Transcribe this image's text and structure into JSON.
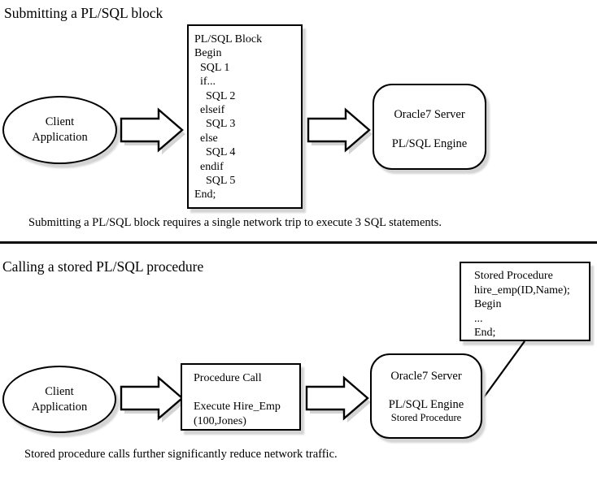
{
  "colors": {
    "stroke": "#000000",
    "shadow": "#d4d4d4",
    "background": "#ffffff"
  },
  "section1": {
    "title": "Submitting a PL/SQL block",
    "client_app": {
      "line1": "Client",
      "line2": "Application"
    },
    "plsql_block": {
      "lines": [
        "PL/SQL Block",
        "Begin",
        "  SQL 1",
        "  if...",
        "    SQL 2",
        "  elseif",
        "    SQL 3",
        "  else",
        "    SQL 4",
        "  endif",
        "    SQL 5",
        "End;"
      ]
    },
    "server": {
      "name": "Oracle7 Server",
      "engine": "PL/SQL Engine"
    },
    "caption": "Submitting a PL/SQL block requires a single network trip to execute 3 SQL statements."
  },
  "section2": {
    "title": "Calling a stored PL/SQL procedure",
    "stored_procedure_box": {
      "lines": [
        "Stored Procedure",
        "hire_emp(ID,Name);",
        "Begin",
        "...",
        "End;"
      ]
    },
    "client_app": {
      "line1": "Client",
      "line2": "Application"
    },
    "procedure_call": {
      "title": "Procedure Call",
      "body1": "Execute Hire_Emp",
      "body2": "(100,Jones)"
    },
    "server": {
      "name": "Oracle7 Server",
      "engine": "PL/SQL Engine",
      "sub": "Stored Procedure"
    },
    "caption": "Stored procedure calls further significantly reduce network traffic."
  }
}
